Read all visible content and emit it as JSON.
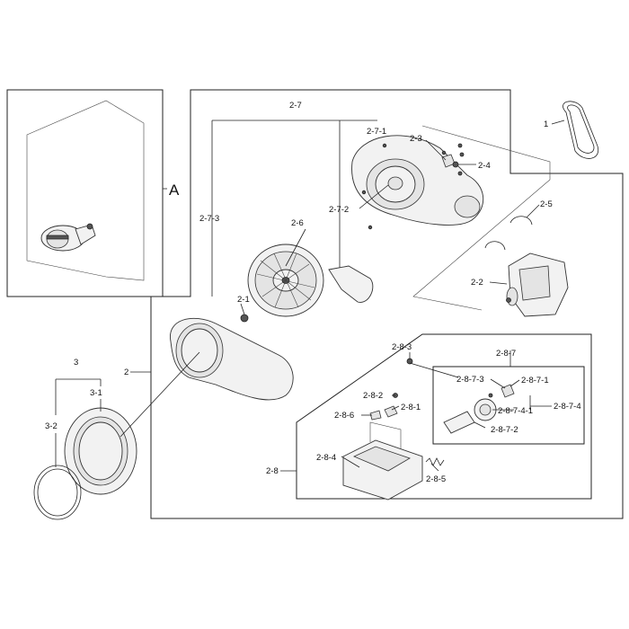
{
  "detail_marker": "A",
  "callouts": {
    "p1": "1",
    "p2": "2",
    "p2_1": "2-1",
    "p2_2": "2-2",
    "p2_3": "2-3",
    "p2_4": "2-4",
    "p2_5": "2-5",
    "p2_6": "2-6",
    "p2_7": "2-7",
    "p2_7_1": "2-7-1",
    "p2_7_2": "2-7-2",
    "p2_7_3": "2-7-3",
    "p2_8": "2-8",
    "p2_8_1": "2-8-1",
    "p2_8_2": "2-8-2",
    "p2_8_3": "2-8-3",
    "p2_8_4": "2-8-4",
    "p2_8_5": "2-8-5",
    "p2_8_6": "2-8-6",
    "p2_8_7": "2-8-7",
    "p2_8_7_1": "2-8-7-1",
    "p2_8_7_2": "2-8-7-2",
    "p2_8_7_3": "2-8-7-3",
    "p2_8_7_4": "2-8-7-4",
    "p2_8_7_4_1": "2-8-7-4-1",
    "p3": "3",
    "p3_1": "3-1",
    "p3_2": "3-2"
  },
  "colors": {
    "line": "#222222",
    "fill_light": "#f2f2f2",
    "fill_mid": "#e4e4e4",
    "fill_dark": "#555555"
  }
}
